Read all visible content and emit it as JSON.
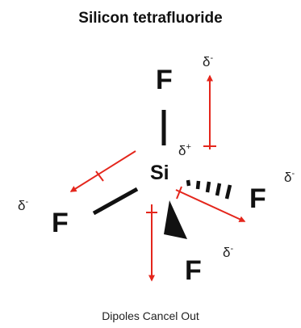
{
  "title": "Silicon tetrafluoride",
  "caption": "Dipoles Cancel Out",
  "atoms": {
    "center": "Si",
    "fluorines": [
      "F",
      "F",
      "F",
      "F"
    ]
  },
  "partial_charges": {
    "delta": "δ",
    "positive": "+",
    "negative": "-"
  },
  "colors": {
    "dipole_arrow": "#e4261c",
    "bond": "#111111"
  }
}
